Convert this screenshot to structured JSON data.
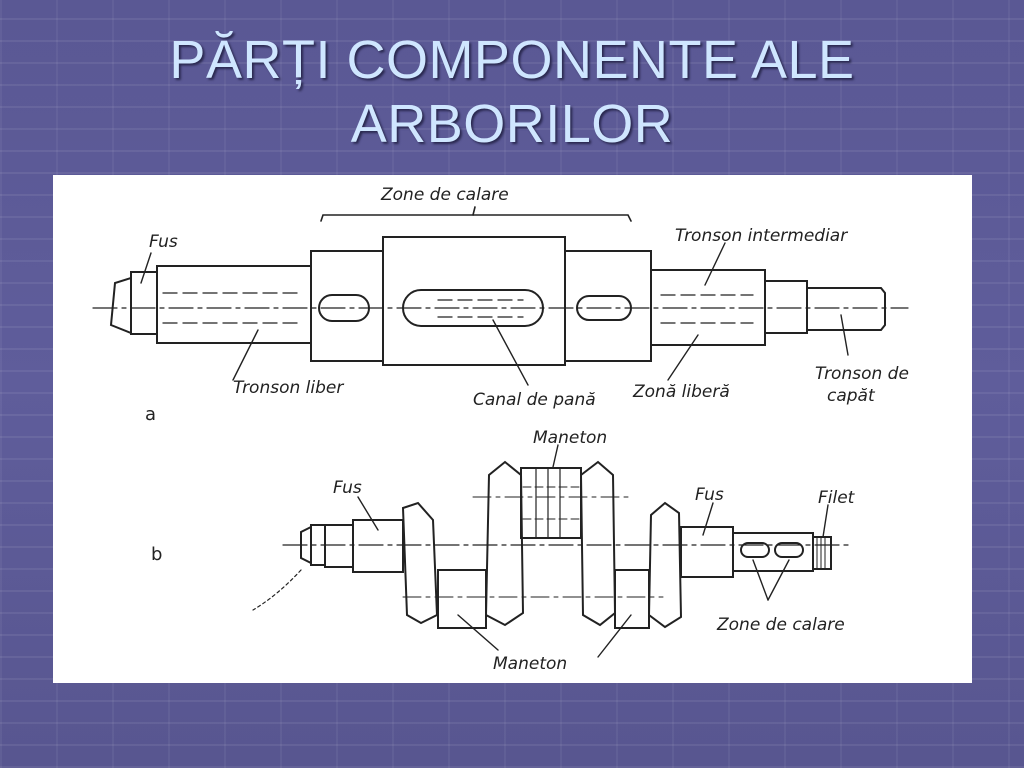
{
  "slide": {
    "title_line1": "PĂRȚI COMPONENTE ALE",
    "title_line2": "ARBORILOR"
  },
  "diagram_a": {
    "panel_letter": "a",
    "labels": {
      "fus": "Fus",
      "zone_calare": "Zone de calare",
      "tronson_intermediar": "Tronson intermediar",
      "tronson_liber": "Tronson liber",
      "canal_pana": "Canal de pană",
      "zona_libera": "Zonă liberă",
      "tronson_capat_1": "Tronson de",
      "tronson_capat_2": "capăt"
    }
  },
  "diagram_b": {
    "panel_letter": "b",
    "labels": {
      "maneton_top": "Maneton",
      "fus_left": "Fus",
      "fus_right": "Fus",
      "filet": "Filet",
      "zone_calare": "Zone de calare",
      "maneton_bottom": "Maneton"
    }
  },
  "colors": {
    "background": "#5b5a96",
    "title": "#cfe6ff",
    "figure_bg": "#ffffff",
    "ink": "#222222"
  }
}
